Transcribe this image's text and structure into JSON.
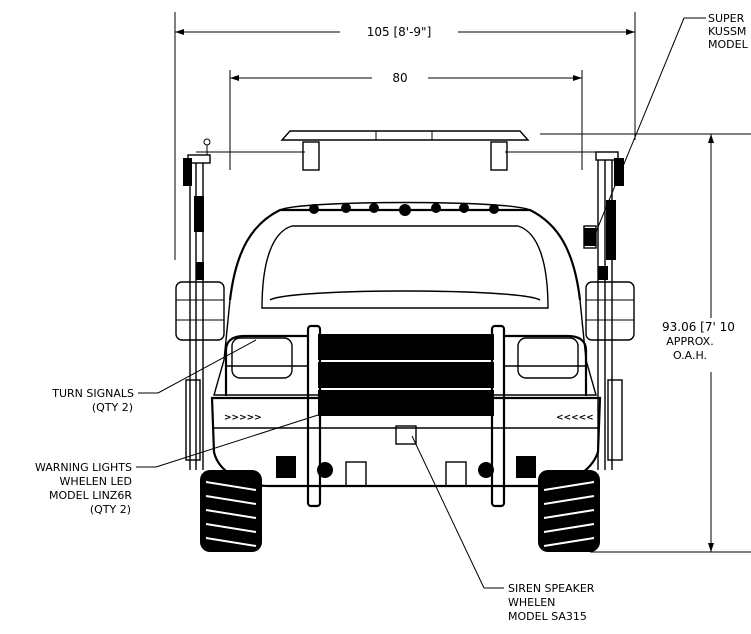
{
  "dimensions": {
    "overall_width": "105 [8'-9\"]",
    "inner_width": "80",
    "height_value": "93.06 [7' 10",
    "height_note_1": "APPROX.",
    "height_note_2": "O.A.H."
  },
  "callouts": {
    "top_right": [
      "SUPER",
      "KUSSM",
      "MODEL"
    ],
    "turn_signals": [
      "TURN SIGNALS",
      "(QTY 2)"
    ],
    "warning_lights": [
      "WARNING LIGHTS",
      "WHELEN LED",
      "MODEL LINZ6R",
      "(QTY 2)"
    ],
    "siren_speaker": [
      "SIREN SPEAKER",
      "WHELEN",
      "MODEL SA315"
    ]
  }
}
